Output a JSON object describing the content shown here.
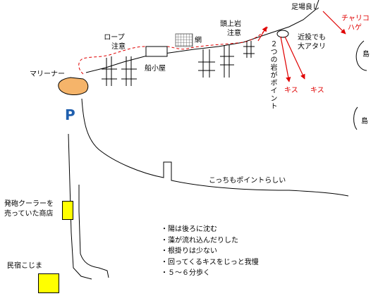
{
  "colors": {
    "accent_red": "#e00000",
    "parking_blue": "#1f5fae",
    "shop_yellow": "#ffff00",
    "boat_orange": "#f5b46a",
    "line": "#000000",
    "background": "#ffffff"
  },
  "labels": {
    "footing": "足場良し",
    "chariko_hage_line1": "チャリコ",
    "chariko_hage_line2": "ハゲ",
    "kinto_line1": "近投でも",
    "kinto_line2": "大アタリ",
    "island_top": "島",
    "island_mid": "島",
    "two_rocks": "２つの岩がポイント",
    "kisu_left": "キス",
    "kisu_right": "キス",
    "zujouiwa_line1": "頭上岩",
    "zujouiwa_line2": "注意",
    "ami": "網",
    "rope_line1": "ロープ",
    "rope_line2": "注意",
    "funagoya": "船小屋",
    "marina": "マリーナー",
    "parking": "P",
    "kotchi": "こっちもポイントらしい",
    "cooler_shop_line1": "発砲クーラーを",
    "cooler_shop_line2": "売っていた商店",
    "minshuku": "民宿こじま"
  },
  "notes": [
    "・陽は後ろに沈む",
    "・藻が流れ込んだりした",
    "・根掛りは少ない",
    "・回ってくるキスをじっと我慢",
    "・５～６分歩く"
  ],
  "icons": {
    "boat": "boat-icon",
    "net": "net-icon",
    "rock": "rock-icon",
    "arrow": "arrow-icon"
  }
}
